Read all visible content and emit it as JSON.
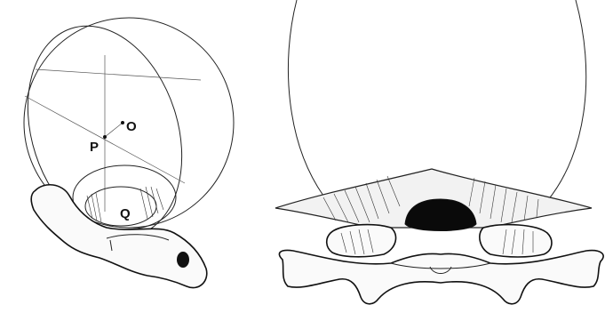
{
  "left_panel": {
    "labels": {
      "p": "P",
      "o": "O",
      "q": "Q"
    }
  },
  "right_panel": {}
}
